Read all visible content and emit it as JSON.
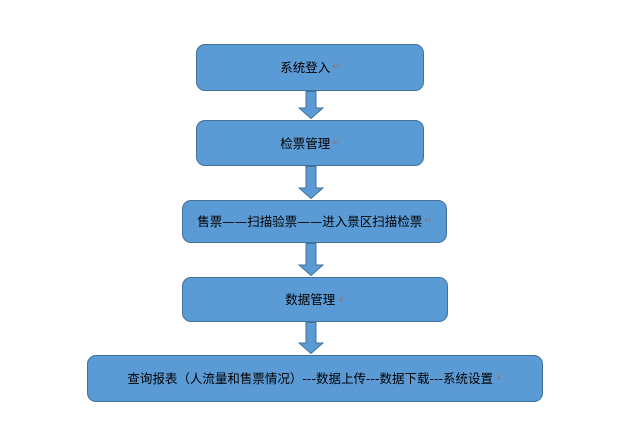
{
  "palette": {
    "node_fill": "#5B9BD5",
    "node_border": "#41719C",
    "text_color": "#000000",
    "mark_color": "#9C6B4F"
  },
  "flowchart": {
    "nodes": [
      {
        "id": "system-login",
        "label": "系统登入",
        "mark": "↵"
      },
      {
        "id": "ticket-check-management",
        "label": "检票管理",
        "mark": "↵"
      },
      {
        "id": "ticketing-process",
        "label": "售票——扫描验票——进入景区扫描检票",
        "mark": "↵"
      },
      {
        "id": "data-management",
        "label": "数据管理",
        "mark": "↓"
      },
      {
        "id": "reports-and-settings",
        "label": "查询报表（人流量和售票情况）---数据上传---数据下载---系统设置",
        "mark": "↓"
      }
    ]
  }
}
